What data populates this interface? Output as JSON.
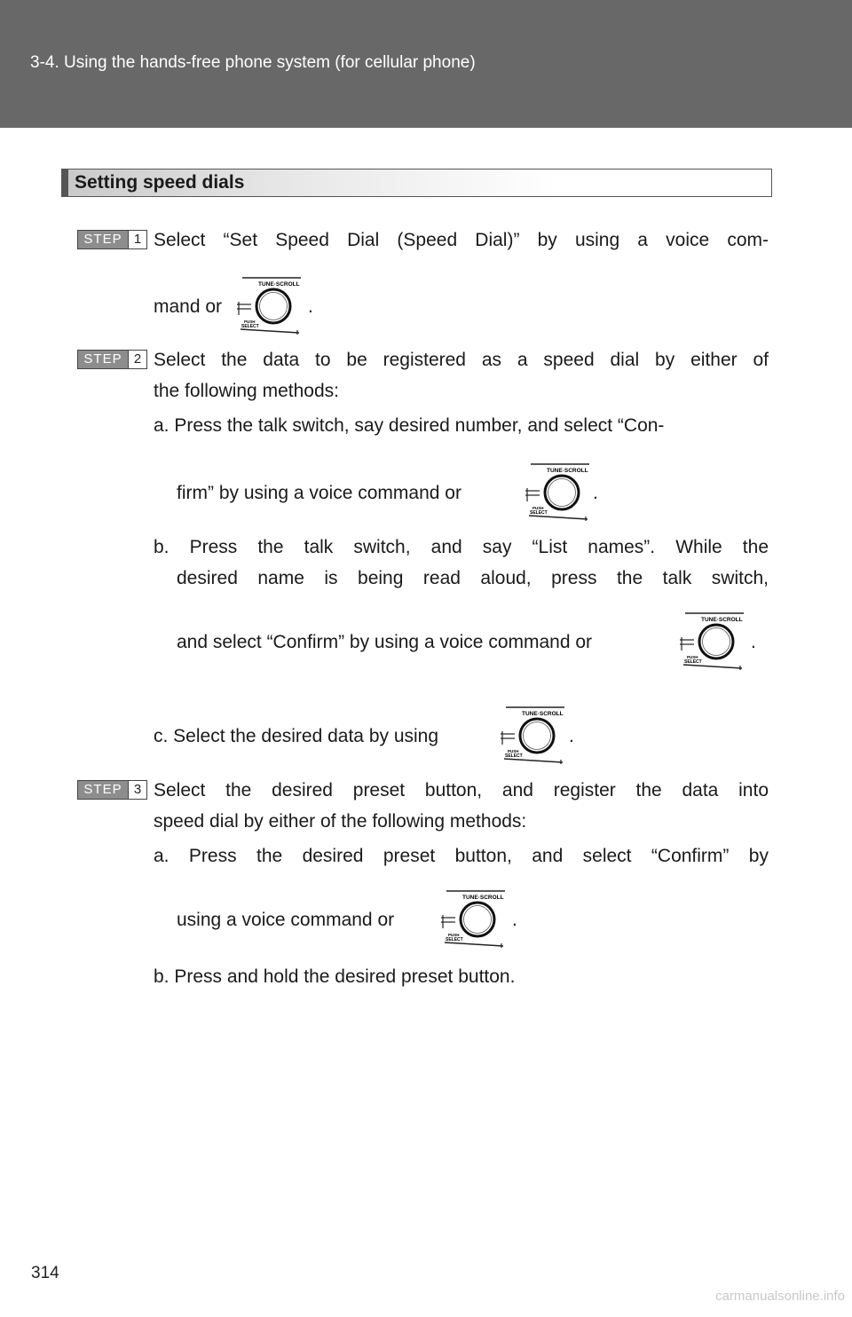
{
  "header": {
    "title": "3-4. Using the hands-free phone system (for cellular phone)"
  },
  "section": {
    "title": "Setting speed dials"
  },
  "steps": [
    {
      "word": "STEP",
      "num": "1",
      "line1": "Select “Set Speed Dial (Speed Dial)” by using a voice com-",
      "line2": "mand or",
      "line2_end": "."
    },
    {
      "word": "STEP",
      "num": "2",
      "line1": "Select the data to be registered as a speed dial by either of",
      "line2": "the following methods:",
      "a_line1": "a. Press the talk switch, say desired number, and select “Con-",
      "a_line2": "firm” by using a voice command or",
      "a_end": ".",
      "b_line1": "b. Press the talk switch, and say “List names”. While the",
      "b_line2": "desired name is being read aloud, press the talk switch,",
      "b_line3": "and select “Confirm” by using a voice command or",
      "b_end": ".",
      "c_line1": "c. Select the desired data by using",
      "c_end": "."
    },
    {
      "word": "STEP",
      "num": "3",
      "line1": "Select the desired preset button, and register the data into",
      "line2": "speed dial by either of the following methods:",
      "a_line1": "a. Press the desired preset button, and select “Confirm” by",
      "a_line2": "using a voice command or",
      "a_end": ".",
      "b_line1": "b. Press and hold the desired preset button."
    }
  ],
  "knob": {
    "top_label": "TUNE·SCROLL",
    "push_label": "PUSH",
    "select_label": "SELECT"
  },
  "footer": {
    "page_number": "314",
    "watermark": "carmanualsonline.info"
  }
}
